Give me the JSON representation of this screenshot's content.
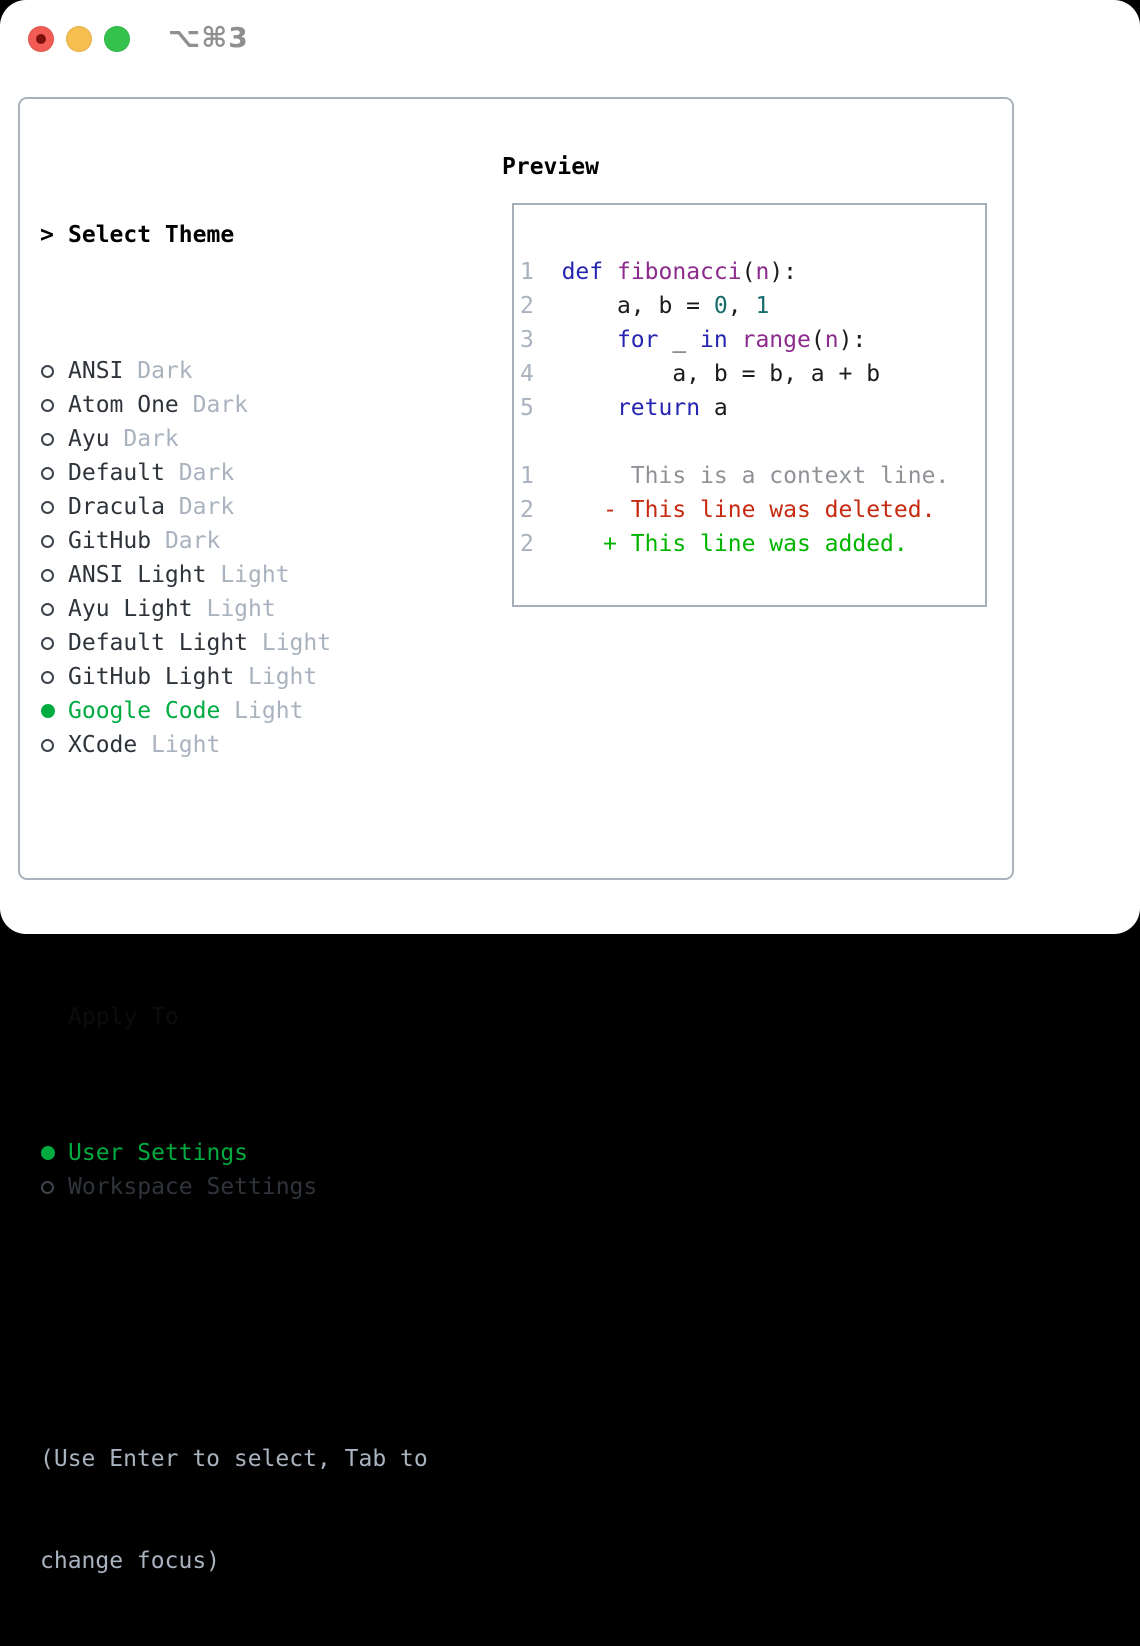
{
  "titlebar": {
    "shortcut": "⌥⌘3",
    "traffic_lights": [
      "close",
      "minimize",
      "zoom"
    ]
  },
  "theme_panel": {
    "title_prefix": ">",
    "title": "Select Theme",
    "items": [
      {
        "name": "ANSI",
        "variant": "Dark",
        "selected": false
      },
      {
        "name": "Atom One",
        "variant": "Dark",
        "selected": false
      },
      {
        "name": "Ayu",
        "variant": "Dark",
        "selected": false
      },
      {
        "name": "Default",
        "variant": "Dark",
        "selected": false
      },
      {
        "name": "Dracula",
        "variant": "Dark",
        "selected": false
      },
      {
        "name": "GitHub",
        "variant": "Dark",
        "selected": false
      },
      {
        "name": "ANSI Light",
        "variant": "Light",
        "selected": false
      },
      {
        "name": "Ayu Light",
        "variant": "Light",
        "selected": false
      },
      {
        "name": "Default Light",
        "variant": "Light",
        "selected": false
      },
      {
        "name": "GitHub Light",
        "variant": "Light",
        "selected": false
      },
      {
        "name": "Google Code",
        "variant": "Light",
        "selected": true
      },
      {
        "name": "XCode",
        "variant": "Light",
        "selected": false
      }
    ],
    "apply_to": {
      "title": "Apply To",
      "options": [
        {
          "label": "User Settings",
          "selected": true
        },
        {
          "label": "Workspace Settings",
          "selected": false
        }
      ]
    },
    "hint_lines": [
      "(Use Enter to select, Tab to",
      "change focus)"
    ]
  },
  "preview": {
    "title": "Preview",
    "code_lines": [
      [
        {
          "t": "1",
          "c": "ln"
        },
        {
          "t": "  ",
          "c": "plain"
        },
        {
          "t": "def",
          "c": "kw"
        },
        {
          "t": " ",
          "c": "plain"
        },
        {
          "t": "fibonacci",
          "c": "fn"
        },
        {
          "t": "(",
          "c": "plain"
        },
        {
          "t": "n",
          "c": "fn"
        },
        {
          "t": "):",
          "c": "plain"
        }
      ],
      [
        {
          "t": "2",
          "c": "ln"
        },
        {
          "t": "      a, b = ",
          "c": "plain"
        },
        {
          "t": "0",
          "c": "num"
        },
        {
          "t": ", ",
          "c": "plain"
        },
        {
          "t": "1",
          "c": "num"
        }
      ],
      [
        {
          "t": "3",
          "c": "ln"
        },
        {
          "t": "      ",
          "c": "plain"
        },
        {
          "t": "for",
          "c": "kw"
        },
        {
          "t": " _ ",
          "c": "plain"
        },
        {
          "t": "in",
          "c": "kw"
        },
        {
          "t": " ",
          "c": "plain"
        },
        {
          "t": "range",
          "c": "fn"
        },
        {
          "t": "(",
          "c": "plain"
        },
        {
          "t": "n",
          "c": "fn"
        },
        {
          "t": "):",
          "c": "plain"
        }
      ],
      [
        {
          "t": "4",
          "c": "ln"
        },
        {
          "t": "          a, b = b, a + b",
          "c": "plain"
        }
      ],
      [
        {
          "t": "5",
          "c": "ln"
        },
        {
          "t": "      ",
          "c": "plain"
        },
        {
          "t": "return",
          "c": "kw"
        },
        {
          "t": " a",
          "c": "plain"
        }
      ],
      [],
      [
        {
          "t": "1",
          "c": "ln"
        },
        {
          "t": "       ",
          "c": "plain"
        },
        {
          "t": "This is a context line.",
          "c": "ctx"
        }
      ],
      [
        {
          "t": "2",
          "c": "ln"
        },
        {
          "t": "     ",
          "c": "plain"
        },
        {
          "t": "- This line was deleted.",
          "c": "del"
        }
      ],
      [
        {
          "t": "2",
          "c": "ln"
        },
        {
          "t": "     ",
          "c": "plain"
        },
        {
          "t": "+ This line was added.",
          "c": "add"
        }
      ]
    ]
  },
  "colors": {
    "selected_green": "#00ab41",
    "keyword_blue": "#2525b2",
    "function_purple": "#8c2b8c",
    "literal_teal": "#176b6b",
    "deleted_red": "#c62a10",
    "added_green": "#00b400",
    "muted_gray": "#a9b2bf",
    "context_gray": "#8f9297",
    "traffic_red": "#f25c54",
    "traffic_yellow": "#f6be4f",
    "traffic_green": "#35c24c"
  }
}
